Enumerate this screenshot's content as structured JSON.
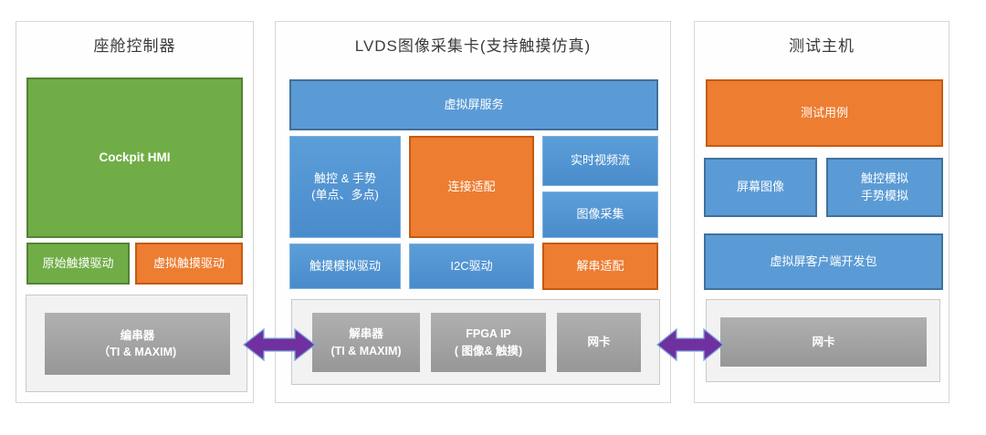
{
  "panels": {
    "left": {
      "title": "座舱控制器",
      "hmi_label": "Cockpit HMI",
      "raw_touch_driver": "原始触摸驱动",
      "virtual_touch_driver": "虚拟触摸驱动",
      "serializer": {
        "line1": "编串器",
        "line2": "（TI & MAXIM)"
      }
    },
    "middle": {
      "title": "LVDS图像采集卡(支持触摸仿真)",
      "virtual_screen_service": "虚拟屏服务",
      "touch_gesture": {
        "line1": "触控 & 手势",
        "line2": "(单点、多点)"
      },
      "connect_adapter": "连接适配",
      "realtime_video_stream": "实时视频流",
      "image_capture": "图像采集",
      "touch_sim_driver": "触摸模拟驱动",
      "i2c_driver": "I2C驱动",
      "deserial_adapter": "解串适配",
      "deserializer": {
        "line1": "解串器",
        "line2": "(TI & MAXIM)"
      },
      "fpga": {
        "line1": "FPGA  IP",
        "line2": "( 图像& 触摸)"
      },
      "nic": "网卡"
    },
    "right": {
      "title": "测试主机",
      "test_cases": "测试用例",
      "screen_image": "屏幕图像",
      "touch_sim": {
        "line1": "触控模拟",
        "line2": "手势模拟"
      },
      "client_sdk": "虚拟屏客户端开发包",
      "nic": "网卡"
    }
  },
  "colors": {
    "green_fill": "#70ad47",
    "green_border": "#548235",
    "orange_fill": "#ed7d31",
    "orange_border": "#c55a11",
    "blue_fill": "#5b9bd5",
    "blue_border": "#41719c",
    "gray_block": "#a3a3a3",
    "gray_container": "#f2f2f2",
    "arrow_purple": "#7030a0"
  }
}
